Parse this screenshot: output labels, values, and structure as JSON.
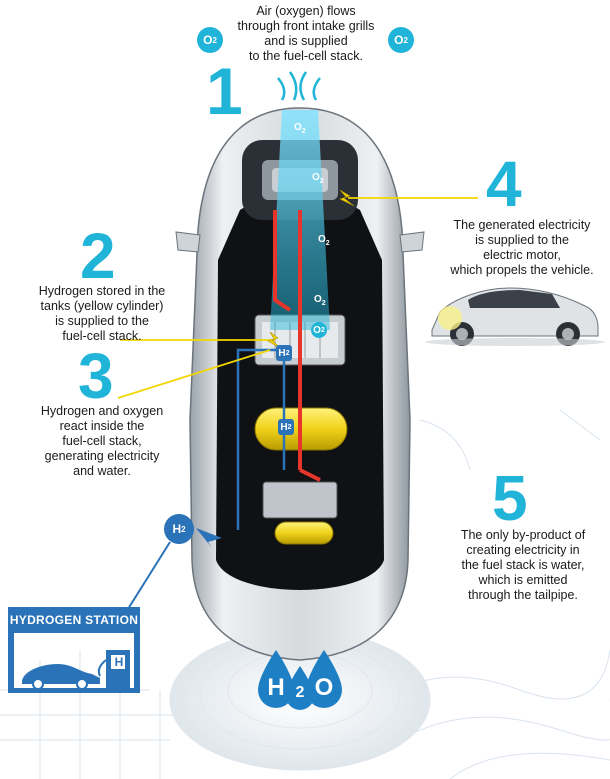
{
  "colors": {
    "accent": "#1fb4d8",
    "hydrogen": "#2a73b8",
    "callout_line": "#f2d600",
    "tank": "#f0d21a",
    "electric": "#e8352b"
  },
  "steps": [
    {
      "number": "1",
      "lines": [
        "Air (oxygen) flows",
        "through front intake grills",
        "and is supplied",
        "to the fuel-cell stack."
      ]
    },
    {
      "number": "2",
      "lines": [
        "Hydrogen stored in the",
        "tanks (yellow cylinder)",
        "is supplied to the",
        "fuel-cell stack."
      ]
    },
    {
      "number": "3",
      "lines": [
        "Hydrogen and oxygen",
        "react inside the",
        "fuel-cell stack,",
        "generating electricity",
        "and water."
      ]
    },
    {
      "number": "4",
      "lines": [
        "The generated electricity",
        "is supplied to the",
        "electric motor,",
        "which propels the vehicle."
      ]
    },
    {
      "number": "5",
      "lines": [
        "The only by-product of",
        "creating electricity in",
        "the fuel stack is water,",
        "which is emitted",
        "through the tailpipe."
      ]
    }
  ],
  "badges": {
    "o2": "O",
    "o2_sub": "2",
    "h2": "H",
    "h2_sub": "2"
  },
  "station_label": "HYDROGEN STATION",
  "station_pump_letter": "H",
  "water_letters": [
    "H",
    "2",
    "O"
  ]
}
